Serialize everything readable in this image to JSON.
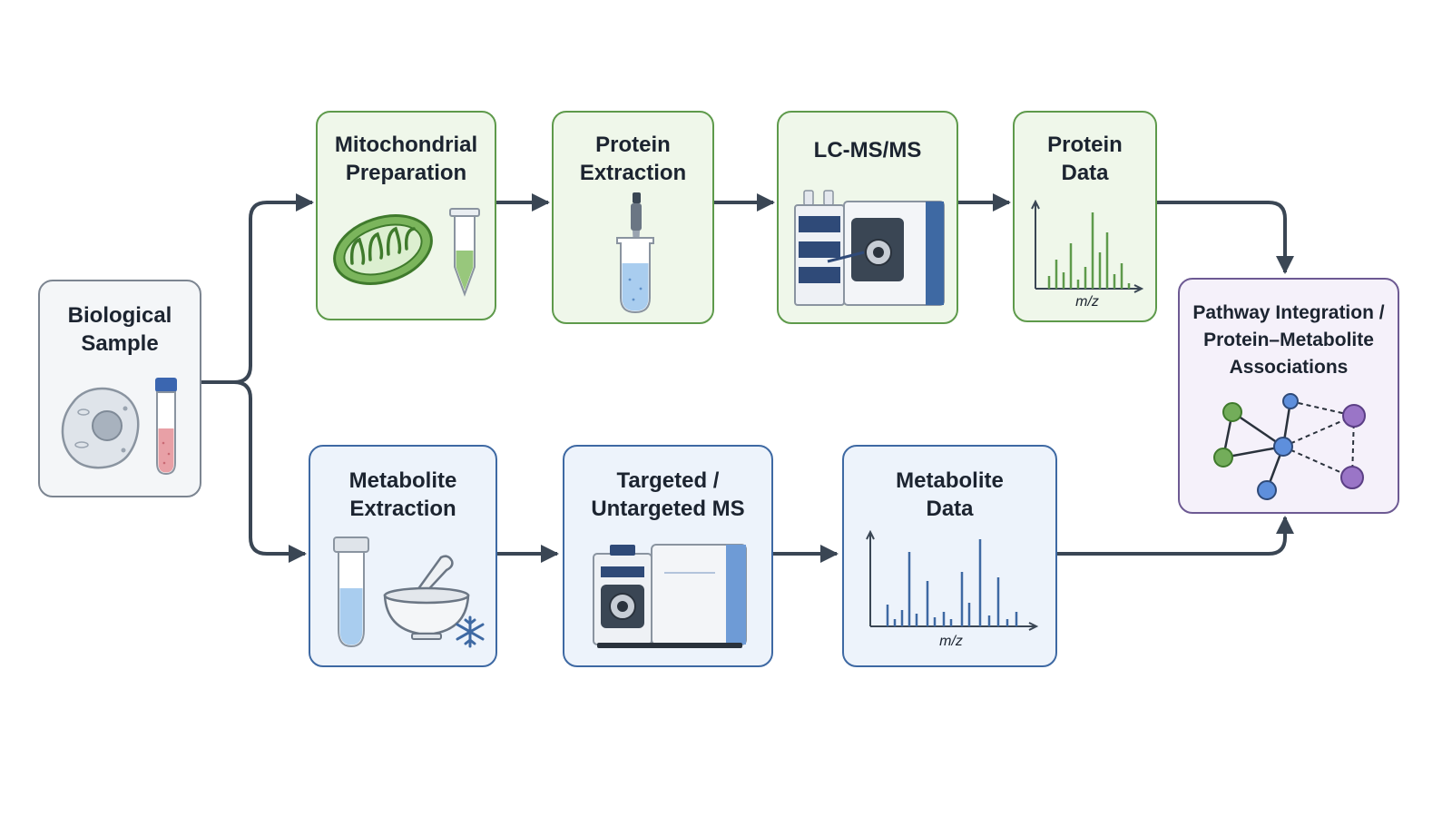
{
  "nodes": {
    "biological_sample": "Biological\nSample",
    "mitochondrial_preparation": "Mitochondrial\nPreparation",
    "protein_extraction": "Protein\nExtraction",
    "lc_ms_ms": "LC-MS/MS",
    "protein_data": "Protein\nData",
    "metabolite_extraction": "Metabolite\nExtraction",
    "targeted_untargeted_ms": "Targeted /\nUntargeted MS",
    "metabolite_data": "Metabolite\nData",
    "pathway_integration": "Pathway Integration /\nProtein–Metabolite\nAssociations"
  },
  "axis_labels": {
    "protein_mz": "m/z",
    "metabolite_mz": "m/z"
  },
  "colors": {
    "arrow": "#3a4654",
    "green_accent": "#5e9a4b",
    "blue_accent": "#3e69a3",
    "purple_accent": "#7d5aa6"
  },
  "icons": {
    "biological_sample": [
      "cell-icon",
      "blood-tube-icon"
    ],
    "mitochondrial_preparation": [
      "mitochondrion-icon",
      "green-tube-icon"
    ],
    "protein_extraction": [
      "pipette-tube-icon"
    ],
    "lc_ms_ms": [
      "lc-ms-instrument-icon"
    ],
    "protein_data": [
      "protein-spectrum-icon"
    ],
    "metabolite_extraction": [
      "metabolite-tube-icon",
      "mortar-pestle-icon",
      "snowflake-icon"
    ],
    "targeted_untargeted_ms": [
      "mass-spectrometer-icon"
    ],
    "metabolite_data": [
      "metabolite-spectrum-icon"
    ],
    "pathway_integration": [
      "network-graph-icon"
    ]
  }
}
